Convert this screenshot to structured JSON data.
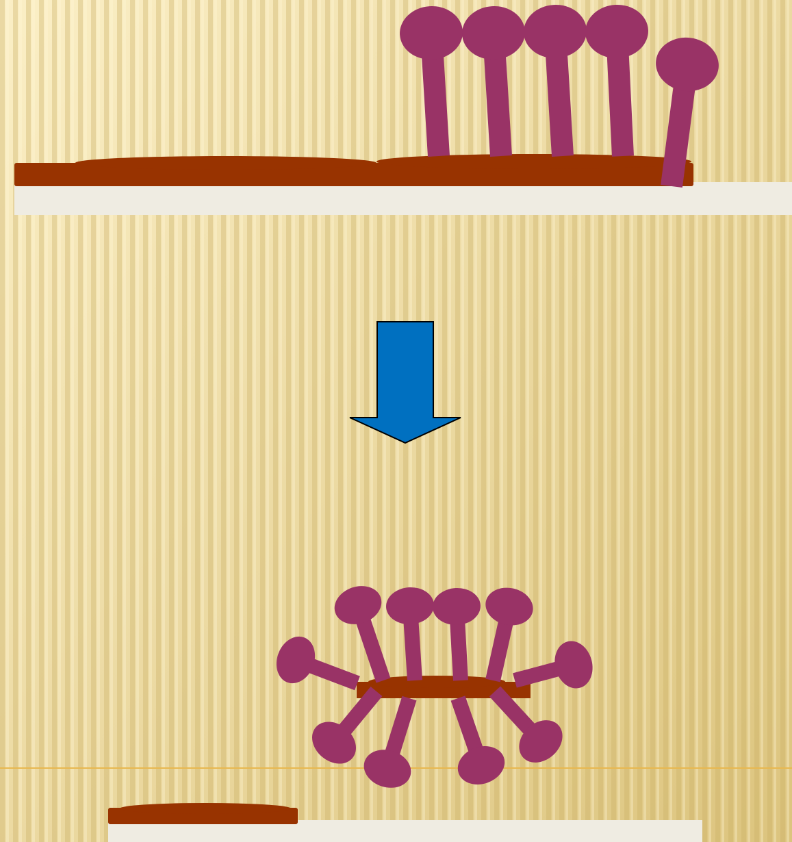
{
  "colors": {
    "background_light": "#fbefc6",
    "background_dark": "#dcc47e",
    "stripe_light": "#fff6d6",
    "stripe_dark": "#c9ae63",
    "surface": "#efece2",
    "substrate": "#983300",
    "molecule": "#993366",
    "arrow_fill": "#0070c0",
    "arrow_stroke": "#000000",
    "accent_line": "#e8b850"
  },
  "top_panel": {
    "molecule_count": 5
  },
  "bottom_panel": {
    "molecule_count": 10
  },
  "arrow": {
    "direction": "down"
  }
}
